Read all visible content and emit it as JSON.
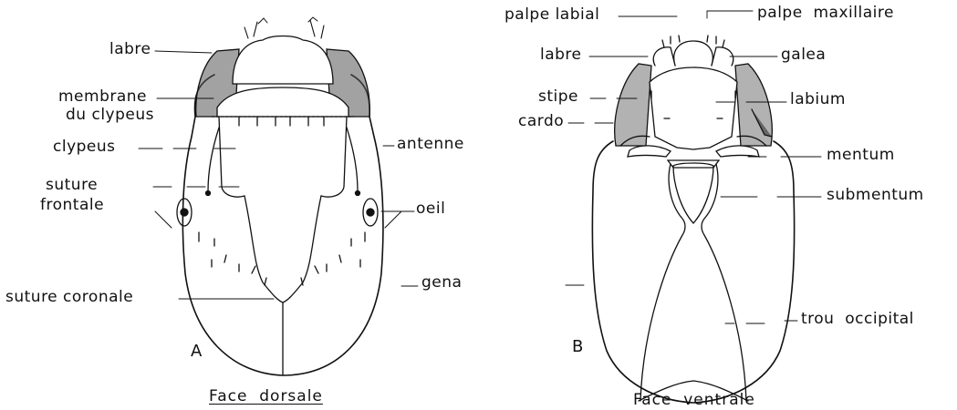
{
  "dorsal": {
    "labels": {
      "labre": "labre",
      "membrane1": "membrane",
      "membrane2": "du clypeus",
      "clypeus": "clypeus",
      "suture_frontale1": "suture",
      "suture_frontale2": "frontale",
      "suture_coronale": "suture coronale",
      "antenne": "antenne",
      "oeil": "oeil",
      "gena": "gena"
    },
    "letter": "A",
    "caption": "Face  dorsale"
  },
  "ventral": {
    "labels": {
      "palpe_labial": "palpe labial",
      "palpe_maxillaire": "palpe  maxillaire",
      "labre": "labre",
      "galea": "galea",
      "stipe": "stipe",
      "labium": "labium",
      "cardo": "cardo",
      "mentum": "mentum",
      "submentum": "submentum",
      "trou_occipital": "trou  occipital"
    },
    "letter": "B",
    "caption": "Face  ventrale"
  }
}
